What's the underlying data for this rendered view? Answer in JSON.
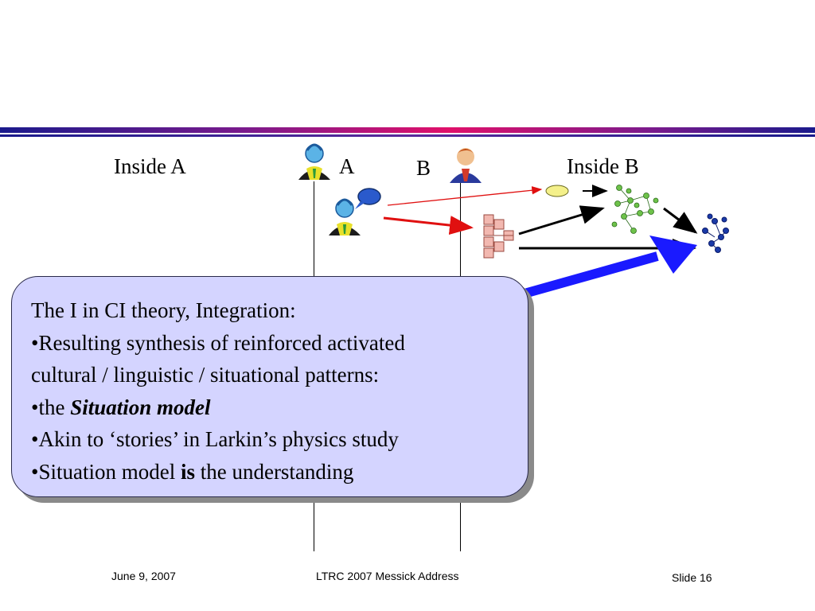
{
  "slide": {
    "labels": {
      "inside_a": "Inside A",
      "a": "A",
      "b": "B",
      "inside_b": "Inside B"
    },
    "callout": {
      "line1": "The I in CI theory, Integration:",
      "line2": "•Resulting synthesis of reinforced activated",
      "line3": "cultural / linguistic / situational patterns:",
      "line4_prefix": "•the ",
      "line4_emph": "Situation model",
      "line5": "•Akin to ‘stories’ in Larkin’s physics study",
      "line6_prefix": "•Situation model ",
      "line6_bold": "is",
      "line6_suffix": " the understanding"
    },
    "footer": {
      "date": "June 9, 2007",
      "title": "LTRC 2007 Messick Address",
      "slide_number": "Slide 16"
    },
    "colors": {
      "callout_fill": "#d4d4ff",
      "big_arrow": "#1a1aff",
      "red_arrow": "#e01010",
      "network_green": "#6ec24a",
      "network_blue": "#1a3aa8",
      "node_pink": "#f2b8b0"
    },
    "icons": {
      "person_a": "person-blue-headset-icon",
      "person_a_speaking": "person-speaking-icon",
      "person_b": "person-red-hair-icon"
    }
  }
}
